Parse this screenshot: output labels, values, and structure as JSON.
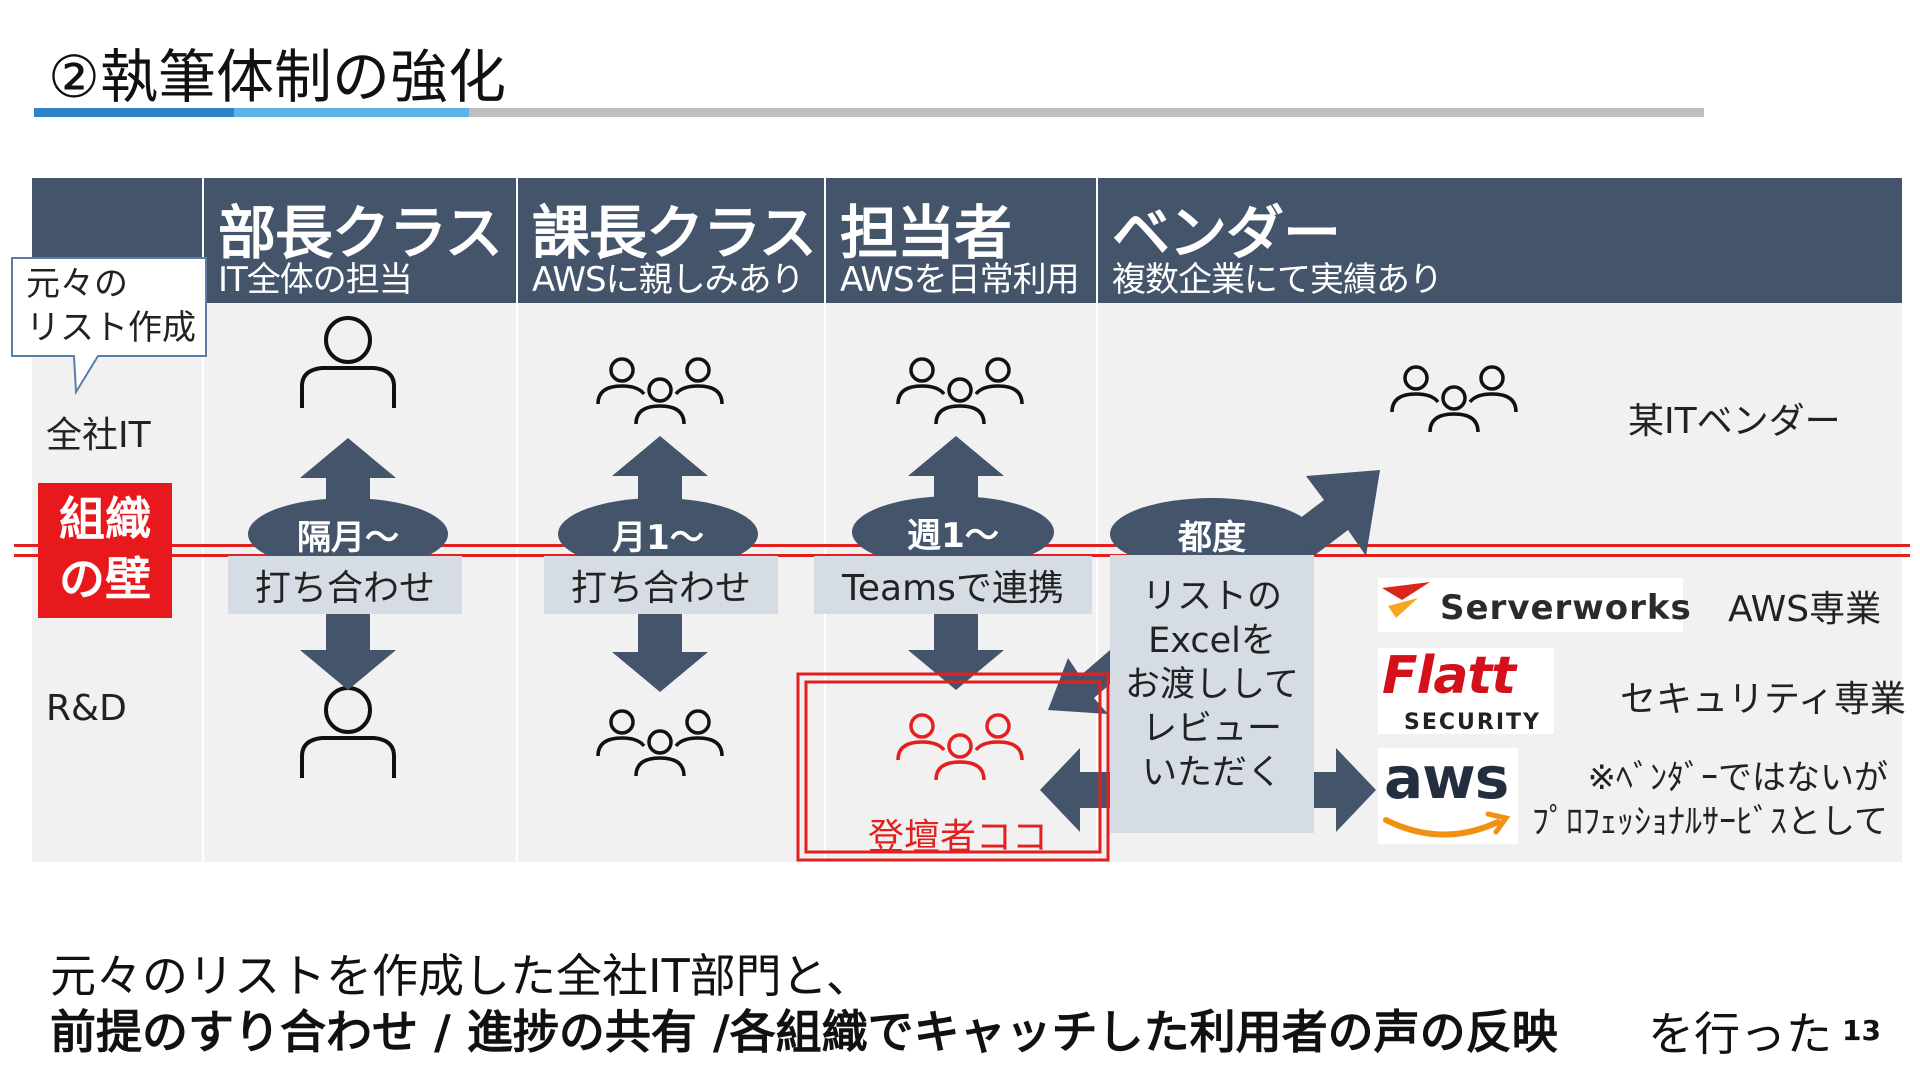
{
  "title": "②執筆体制の強化",
  "colors": {
    "header": "#44546a",
    "wall": "#e32020",
    "accent_blue": "#2f83c8",
    "accent_light": "#5ab4e8",
    "bar_gray": "#bfbfbf",
    "plate": "#d6dce4",
    "table_bg": "#f1f1f1"
  },
  "callout": {
    "line1": "元々の",
    "line2": "リスト作成"
  },
  "rows": {
    "top": "全社IT",
    "bottom": "R&D"
  },
  "wall": {
    "line1": "組織",
    "line2": "の壁"
  },
  "columns": [
    {
      "title": "部長クラス",
      "subtitle": "IT全体の担当",
      "frequency": "隔月～",
      "method": "打ち合わせ"
    },
    {
      "title": "課長クラス",
      "subtitle": "AWSに親しみあり",
      "frequency": "月1～",
      "method": "打ち合わせ"
    },
    {
      "title": "担当者",
      "subtitle": "AWSを日常利用",
      "frequency": "週1～",
      "method": "Teamsで連携"
    },
    {
      "title": "ベンダー",
      "subtitle": "複数企業にて実績あり",
      "frequency": "都度"
    }
  ],
  "excel_box": {
    "lines": [
      "リストの",
      "Excelを",
      "お渡しして",
      "レビュー",
      "いただく"
    ]
  },
  "registrant_label": "登壇者ココ",
  "vendors": {
    "it_vendor": "某ITベンダー",
    "serverworks": {
      "logo": "Serverworks",
      "note": "AWS専業"
    },
    "flatt": {
      "logo": "Flatt",
      "logo_sub": "SECURITY",
      "note": "セキュリティ専業"
    },
    "aws": {
      "logo": "aws",
      "note_line1": "※ﾍﾞﾝﾀﾞｰではないが",
      "note_line2": "ﾌﾟﾛﾌｪｯｼｮﾅﾙｻｰﾋﾞｽとして"
    }
  },
  "icons": [
    "person-icon",
    "group-icon",
    "arrow-icon"
  ],
  "bottom": {
    "line1": "元々のリストを作成した全社IT部門と、",
    "line2_bold": "前提のすり合わせ / 進捗の共有 /各組織でキャッチした利用者の声の反映",
    "line2_tail": "を行った",
    "page_number": "13"
  }
}
